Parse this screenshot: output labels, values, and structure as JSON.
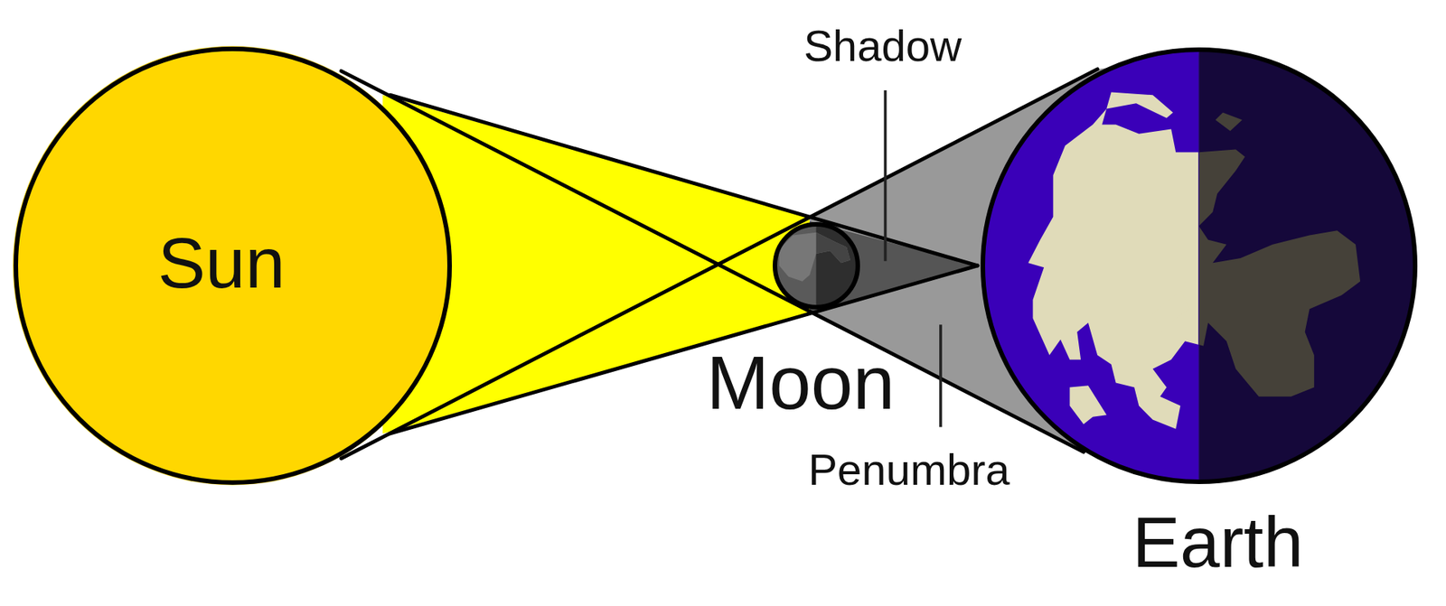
{
  "diagram": {
    "nodes": [
      {
        "text": [
          "Sun"
        ]
      },
      {
        "text": [
          "Moon"
        ]
      },
      {
        "text": [
          "Earth"
        ]
      }
    ],
    "labels": [
      "Shadow",
      "Penumbra"
    ]
  }
}
